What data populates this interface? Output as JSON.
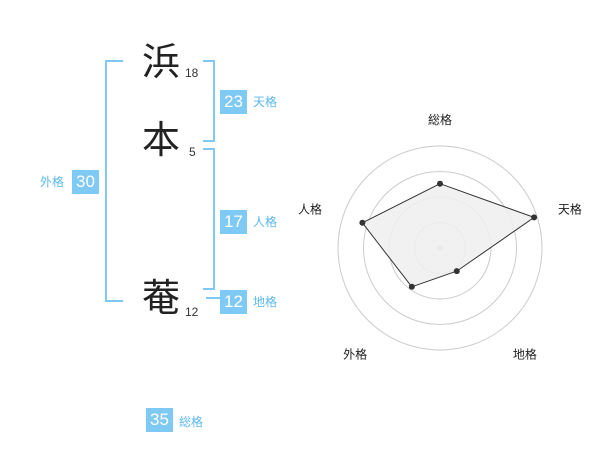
{
  "name": {
    "chars": [
      {
        "char": "浜",
        "strokes": "18"
      },
      {
        "char": "本",
        "strokes": "5"
      },
      {
        "char": "菴",
        "strokes": "12"
      }
    ]
  },
  "kakusu": {
    "tenkaku": {
      "value": "23",
      "label": "天格"
    },
    "jinkaku": {
      "value": "17",
      "label": "人格"
    },
    "chikaku": {
      "value": "12",
      "label": "地格"
    },
    "gaikaku": {
      "value": "30",
      "label": "外格"
    },
    "soukaku": {
      "value": "35",
      "label": "総格"
    }
  },
  "chart_data": {
    "type": "radar",
    "axes": [
      "総格",
      "天格",
      "地格",
      "外格",
      "人格"
    ],
    "values": [
      0.63,
      0.97,
      0.28,
      0.47,
      0.8
    ],
    "rmax": 1,
    "rings": 4,
    "grid": true,
    "colors": {
      "fill": "#eeeeee",
      "line": "#333333",
      "grid": "#cccccc",
      "center": "#cccccc"
    }
  }
}
